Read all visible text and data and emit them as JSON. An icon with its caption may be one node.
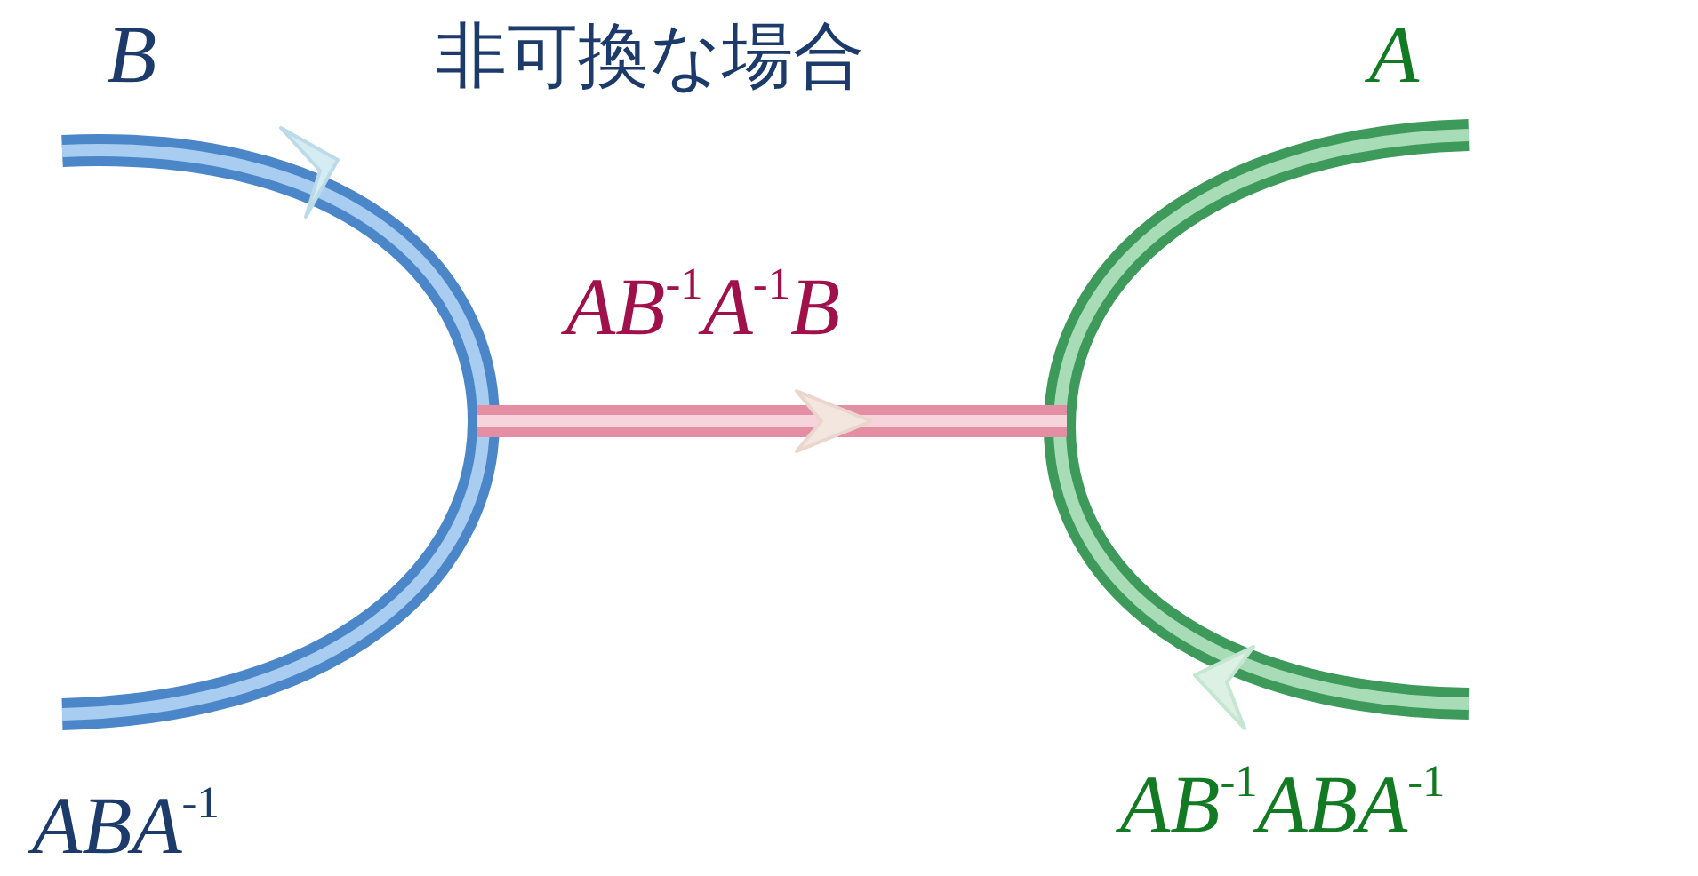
{
  "diagram": {
    "title": "非可換な場合",
    "labels": [
      "B",
      "A",
      "AB$^{-1}$A$^{-1}$B",
      "ABA$^{-1}$",
      "AB$^{-1}$ABA$^{-1}$"
    ]
  }
}
